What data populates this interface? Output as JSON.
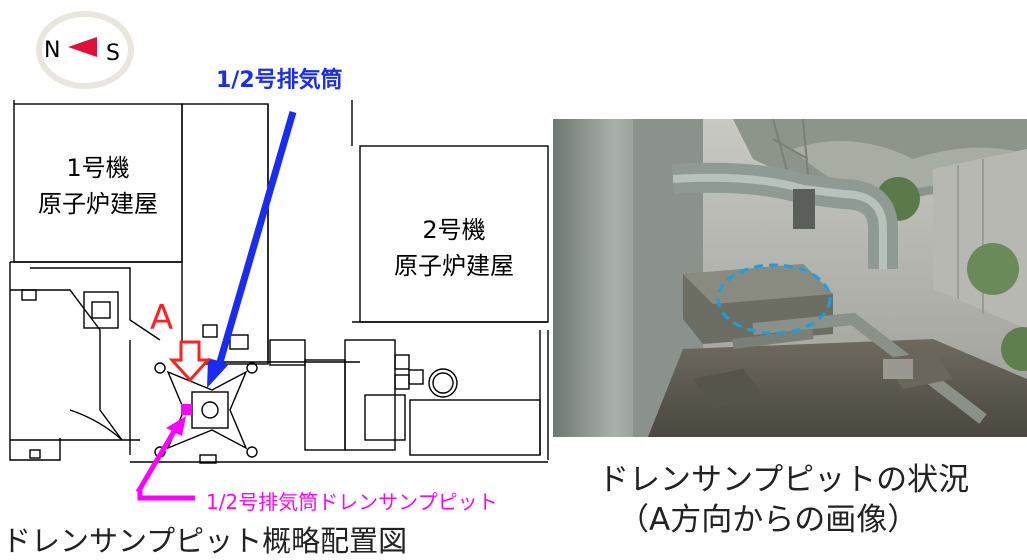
{
  "compass": {
    "left_letter": "N",
    "right_letter": "S"
  },
  "stack_label": "1/2号排気筒",
  "unit1": {
    "line1": "1号機",
    "line2": "原子炉建屋"
  },
  "unit2": {
    "line1": "2号機",
    "line2": "原子炉建屋"
  },
  "direction_marker": "A",
  "pit_label": "1/2号排気筒ドレンサンプピット",
  "map_title": "ドレンサンプピット概略配置図",
  "photo_caption": {
    "line1": "ドレンサンプピットの状況",
    "line2": "（A方向からの画像）"
  },
  "colors": {
    "stack_arrow": "#1a2cf0",
    "pit_marker": "#ff00ff",
    "direction_arrow": "#ff2020",
    "compass_pointer": "#e0103a",
    "photo_highlight": "#1aa0e0"
  }
}
